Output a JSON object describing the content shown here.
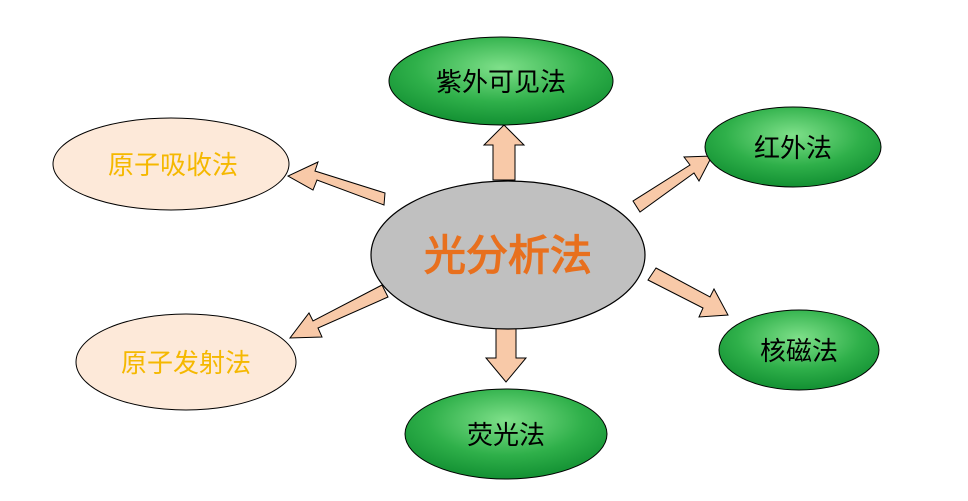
{
  "center": {
    "label": "光分析法"
  },
  "nodes": {
    "uv_vis": {
      "label": "紫外可见法"
    },
    "infrared": {
      "label": "红外法"
    },
    "nmr": {
      "label": "核磁法"
    },
    "fluorescence": {
      "label": "荧光法"
    },
    "atomic_emission": {
      "label": "原子发射法"
    },
    "atomic_absorption": {
      "label": "原子吸收法"
    }
  },
  "colors": {
    "center_fill": "#c0c0c0",
    "center_text": "#e8701e",
    "green_light": "#7fe08a",
    "green_mid": "#2fb04a",
    "green_dark": "#0d8a2e",
    "cream_fill": "#fde9d9",
    "cream_text": "#f5b800",
    "arrow_fill": "#f8c9a8",
    "outline": "#000000"
  }
}
